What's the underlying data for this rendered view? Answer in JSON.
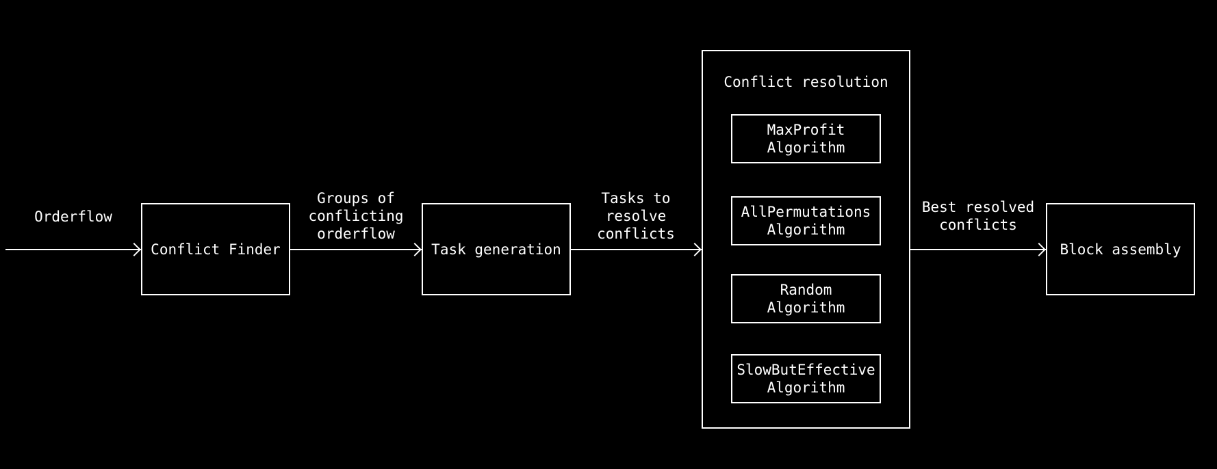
{
  "diagram": {
    "colors": {
      "background": "#000000",
      "line": "#ffffff",
      "text": "#ffffff"
    },
    "edges": [
      {
        "id": "orderflow",
        "label": "Orderflow"
      },
      {
        "id": "groups",
        "label": "Groups of\nconflicting\norderflow"
      },
      {
        "id": "tasks",
        "label": "Tasks to\nresolve\nconflicts"
      },
      {
        "id": "best-resolved",
        "label": "Best resolved\nconflicts"
      }
    ],
    "nodes": [
      {
        "id": "conflict-finder",
        "label": "Conflict Finder"
      },
      {
        "id": "task-generation",
        "label": "Task generation"
      },
      {
        "id": "block-assembly",
        "label": "Block assembly"
      }
    ],
    "container": {
      "title": "Conflict resolution",
      "algorithms": [
        "MaxProfit\nAlgorithm",
        "AllPermutations\nAlgorithm",
        "Random\nAlgorithm",
        "SlowButEffective\nAlgorithm"
      ]
    }
  }
}
